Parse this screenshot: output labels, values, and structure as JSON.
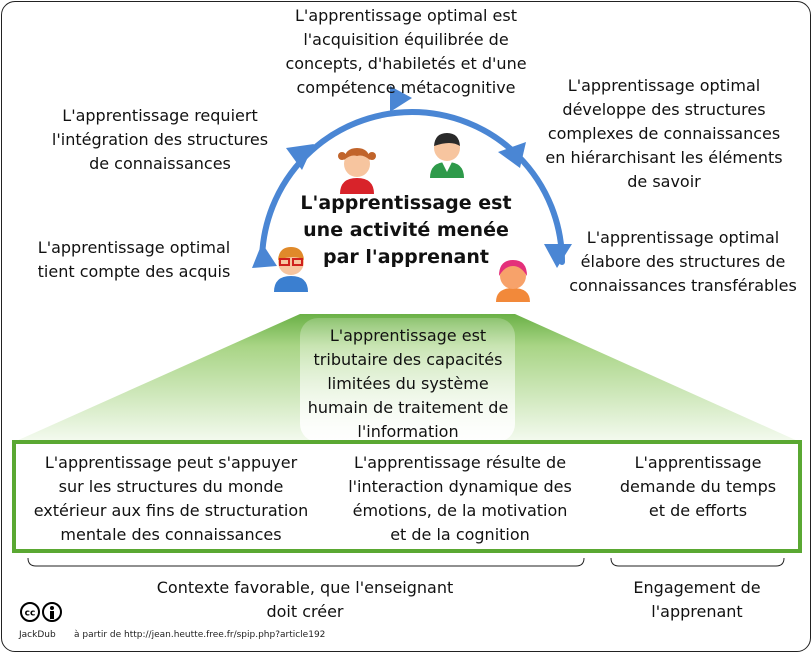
{
  "cycle": {
    "center": "L'apprentissage est\nune activité menée\npar l'apprenant",
    "top": "L'apprentissage optimal est\nl'acquisition équilibrée de\nconcepts, d'habiletés et d'une\ncompétence métacognitive",
    "upper_left": "L'apprentissage requiert\nl'intégration des structures\nde connaissances",
    "left": "L'apprentissage optimal\ntient compte des acquis",
    "upper_right": "L'apprentissage optimal\ndéveloppe des structures\ncomplexes de connaissances\nen hiérarchisant les éléments\nde savoir",
    "right": "L'apprentissage optimal\nélabore des structures de\nconnaissances transférables"
  },
  "funnel": {
    "text": "L'apprentissage est\ntributaire des capacités\nlimitées du système\nhumain de traitement de\nl'information"
  },
  "box": {
    "col1": "L'apprentissage peut s'appuyer\nsur les structures du monde\nextérieur aux fins de structuration\nmentale des connaissances",
    "col2": "L'apprentissage résulte de\nl'interaction dynamique des\némotions, de la motivation\net de la cognition",
    "col3": "L'apprentissage\ndemande du temps\net de efforts"
  },
  "brackets": {
    "left_label": "Contexte favorable, que l'enseignant\ndoit créer",
    "right_label": "Engagement de\nl'apprenant"
  },
  "credit": {
    "author": "JackDub",
    "source": "à partir de http://jean.heutte.free.fr/spip.php?article192"
  },
  "colors": {
    "arc_blue": "#4a86d4",
    "green_border": "#5aa832",
    "green_light": "#c8e6a8"
  },
  "icons": [
    "creative-commons-icon",
    "attribution-icon",
    "person-icon"
  ]
}
